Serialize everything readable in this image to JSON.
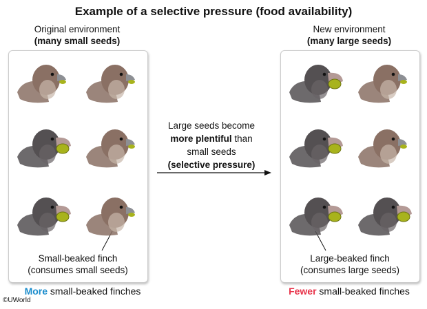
{
  "title": "Example of a selective pressure (food availability)",
  "left": {
    "header_line1": "Original environment",
    "header_line2": "(many small seeds)",
    "birds": [
      "small",
      "small",
      "large",
      "small",
      "large",
      "small"
    ],
    "caption_line1": "Small-beaked finch",
    "caption_line2": "(consumes small seeds)",
    "footer_emphasis": "More",
    "footer_rest": " small-beaked finches",
    "footer_color": "#1a8ccc"
  },
  "right": {
    "header_line1": "New environment",
    "header_line2": "(many large seeds)",
    "birds": [
      "large",
      "small",
      "large",
      "small",
      "large",
      "large"
    ],
    "caption_line1": "Large-beaked finch",
    "caption_line2": "(consumes large seeds)",
    "footer_emphasis": "Fewer",
    "footer_rest": " small-beaked finches",
    "footer_color": "#e8334a"
  },
  "middle": {
    "line1": "Large seeds become",
    "bold1": "more plentiful",
    "rest1": " than",
    "line3": "small seeds",
    "line4": "(selective pressure)"
  },
  "copyright": "©UWorld",
  "colors": {
    "small_bird": "#8a7064",
    "large_bird": "#545052",
    "seed": "#a8b31c"
  }
}
